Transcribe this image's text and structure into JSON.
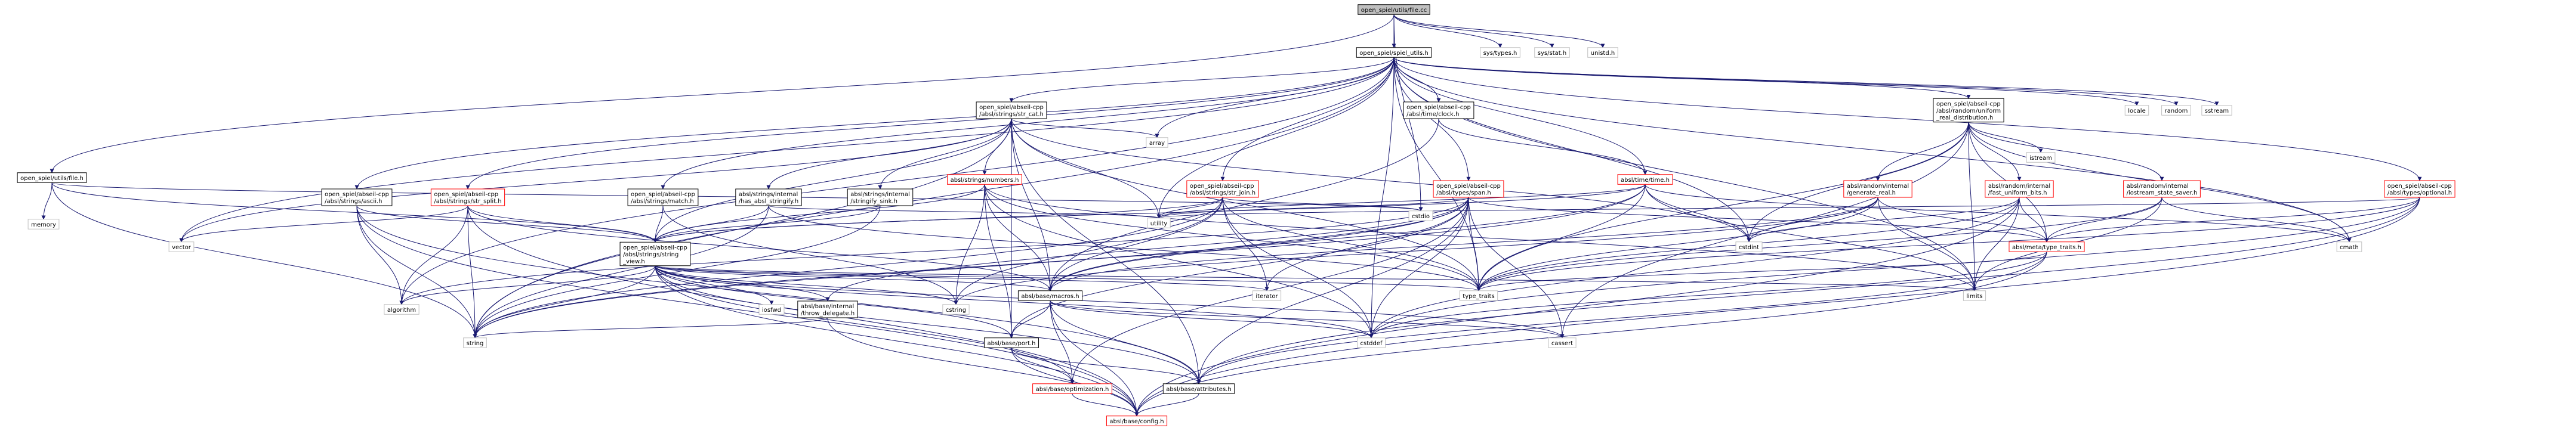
{
  "colors": {
    "edge_include": "#191970",
    "node_normal_stroke": "#000000",
    "node_normal_fill": "#ffffff",
    "node_root_fill": "#bfbfbf",
    "node_truncated_stroke": "#ff0000",
    "node_system_stroke": "#bfbfbf"
  },
  "nodes": [
    {
      "id": "root",
      "lines": [
        "open_spiel/utils/file.cc"
      ],
      "kind": "root"
    },
    {
      "id": "spiel_utils",
      "lines": [
        "open_spiel/spiel_utils.h"
      ],
      "kind": "normal"
    },
    {
      "id": "sys_types",
      "lines": [
        "sys/types.h"
      ],
      "kind": "system"
    },
    {
      "id": "sys_stat",
      "lines": [
        "sys/stat.h"
      ],
      "kind": "system"
    },
    {
      "id": "unistd",
      "lines": [
        "unistd.h"
      ],
      "kind": "system"
    },
    {
      "id": "file_h",
      "lines": [
        "open_spiel/utils/file.h"
      ],
      "kind": "normal"
    },
    {
      "id": "memory",
      "lines": [
        "memory"
      ],
      "kind": "system"
    },
    {
      "id": "ascii",
      "lines": [
        "open_spiel/abseil-cpp",
        "/absl/strings/ascii.h"
      ],
      "kind": "normal"
    },
    {
      "id": "str_split",
      "lines": [
        "open_spiel/abseil-cpp",
        "/absl/strings/str_split.h"
      ],
      "kind": "truncated"
    },
    {
      "id": "str_cat",
      "lines": [
        "open_spiel/abseil-cpp",
        "/absl/strings/str_cat.h"
      ],
      "kind": "normal"
    },
    {
      "id": "match",
      "lines": [
        "open_spiel/abseil-cpp",
        "/absl/strings/match.h"
      ],
      "kind": "normal"
    },
    {
      "id": "has_stringify",
      "lines": [
        "absl/strings/internal",
        "/has_absl_stringify.h"
      ],
      "kind": "normal"
    },
    {
      "id": "stringify_sink",
      "lines": [
        "absl/strings/internal",
        "/stringify_sink.h"
      ],
      "kind": "normal"
    },
    {
      "id": "numbers",
      "lines": [
        "absl/strings/numbers.h"
      ],
      "kind": "truncated"
    },
    {
      "id": "clock",
      "lines": [
        "open_spiel/abseil-cpp",
        "/absl/time/clock.h"
      ],
      "kind": "normal"
    },
    {
      "id": "str_join",
      "lines": [
        "open_spiel/abseil-cpp",
        "/absl/strings/str_join.h"
      ],
      "kind": "truncated"
    },
    {
      "id": "span",
      "lines": [
        "open_spiel/abseil-cpp",
        "/absl/types/span.h"
      ],
      "kind": "truncated"
    },
    {
      "id": "time_h",
      "lines": [
        "absl/time/time.h"
      ],
      "kind": "truncated"
    },
    {
      "id": "uniform_real",
      "lines": [
        "open_spiel/abseil-cpp",
        "/absl/random/uniform",
        "_real_distribution.h"
      ],
      "kind": "normal"
    },
    {
      "id": "generate_real",
      "lines": [
        "absl/random/internal",
        "/generate_real.h"
      ],
      "kind": "truncated"
    },
    {
      "id": "fast_uniform",
      "lines": [
        "absl/random/internal",
        "/fast_uniform_bits.h"
      ],
      "kind": "truncated"
    },
    {
      "id": "iostream_saver",
      "lines": [
        "absl/random/internal",
        "/iostream_state_saver.h"
      ],
      "kind": "truncated"
    },
    {
      "id": "optional",
      "lines": [
        "open_spiel/abseil-cpp",
        "/absl/types/optional.h"
      ],
      "kind": "truncated"
    },
    {
      "id": "string_view",
      "lines": [
        "open_spiel/abseil-cpp",
        "/absl/strings/string",
        "_view.h"
      ],
      "kind": "normal"
    },
    {
      "id": "throw_delegate",
      "lines": [
        "absl/base/internal",
        "/throw_delegate.h"
      ],
      "kind": "normal"
    },
    {
      "id": "type_traits_absl",
      "lines": [
        "absl/meta/type_traits.h"
      ],
      "kind": "truncated"
    },
    {
      "id": "macros",
      "lines": [
        "absl/base/macros.h"
      ],
      "kind": "normal"
    },
    {
      "id": "port",
      "lines": [
        "absl/base/port.h"
      ],
      "kind": "normal"
    },
    {
      "id": "optimization",
      "lines": [
        "absl/base/optimization.h"
      ],
      "kind": "truncated"
    },
    {
      "id": "attributes",
      "lines": [
        "absl/base/attributes.h"
      ],
      "kind": "normal"
    },
    {
      "id": "config",
      "lines": [
        "absl/base/config.h"
      ],
      "kind": "truncated"
    },
    {
      "id": "locale",
      "lines": [
        "locale"
      ],
      "kind": "system"
    },
    {
      "id": "random",
      "lines": [
        "random"
      ],
      "kind": "system"
    },
    {
      "id": "sstream",
      "lines": [
        "sstream"
      ],
      "kind": "system"
    },
    {
      "id": "array",
      "lines": [
        "array"
      ],
      "kind": "system"
    },
    {
      "id": "vector",
      "lines": [
        "vector"
      ],
      "kind": "system"
    },
    {
      "id": "utility",
      "lines": [
        "utility"
      ],
      "kind": "system"
    },
    {
      "id": "cstdio",
      "lines": [
        "cstdio"
      ],
      "kind": "system"
    },
    {
      "id": "cstdint",
      "lines": [
        "cstdint"
      ],
      "kind": "system"
    },
    {
      "id": "istream",
      "lines": [
        "istream"
      ],
      "kind": "system"
    },
    {
      "id": "cmath",
      "lines": [
        "cmath"
      ],
      "kind": "system"
    },
    {
      "id": "limits",
      "lines": [
        "limits"
      ],
      "kind": "system"
    },
    {
      "id": "type_traits",
      "lines": [
        "type_traits"
      ],
      "kind": "system"
    },
    {
      "id": "algorithm",
      "lines": [
        "algorithm"
      ],
      "kind": "system"
    },
    {
      "id": "iosfwd",
      "lines": [
        "iosfwd"
      ],
      "kind": "system"
    },
    {
      "id": "cstring",
      "lines": [
        "cstring"
      ],
      "kind": "system"
    },
    {
      "id": "iterator",
      "lines": [
        "iterator"
      ],
      "kind": "system"
    },
    {
      "id": "string",
      "lines": [
        "string"
      ],
      "kind": "system"
    },
    {
      "id": "cstddef",
      "lines": [
        "cstddef"
      ],
      "kind": "system"
    },
    {
      "id": "cassert",
      "lines": [
        "cassert"
      ],
      "kind": "system"
    }
  ],
  "edges": [
    [
      "root",
      "spiel_utils"
    ],
    [
      "root",
      "sys_types"
    ],
    [
      "root",
      "sys_stat"
    ],
    [
      "root",
      "unistd"
    ],
    [
      "root",
      "file_h"
    ],
    [
      "root",
      "cstdio"
    ],
    [
      "file_h",
      "memory"
    ],
    [
      "file_h",
      "string"
    ],
    [
      "file_h",
      "string_view"
    ],
    [
      "file_h",
      "cstdio"
    ],
    [
      "spiel_utils",
      "str_cat"
    ],
    [
      "spiel_utils",
      "ascii"
    ],
    [
      "spiel_utils",
      "str_split"
    ],
    [
      "spiel_utils",
      "match"
    ],
    [
      "spiel_utils",
      "clock"
    ],
    [
      "spiel_utils",
      "str_join"
    ],
    [
      "spiel_utils",
      "span"
    ],
    [
      "spiel_utils",
      "time_h"
    ],
    [
      "spiel_utils",
      "uniform_real"
    ],
    [
      "spiel_utils",
      "optional"
    ],
    [
      "spiel_utils",
      "locale"
    ],
    [
      "spiel_utils",
      "random"
    ],
    [
      "spiel_utils",
      "sstream"
    ],
    [
      "spiel_utils",
      "array"
    ],
    [
      "spiel_utils",
      "vector"
    ],
    [
      "spiel_utils",
      "utility"
    ],
    [
      "spiel_utils",
      "cstdint"
    ],
    [
      "spiel_utils",
      "cmath"
    ],
    [
      "spiel_utils",
      "limits"
    ],
    [
      "spiel_utils",
      "type_traits"
    ],
    [
      "spiel_utils",
      "algorithm"
    ],
    [
      "spiel_utils",
      "string"
    ],
    [
      "spiel_utils",
      "cstddef"
    ],
    [
      "str_cat",
      "has_stringify"
    ],
    [
      "str_cat",
      "stringify_sink"
    ],
    [
      "str_cat",
      "numbers"
    ],
    [
      "str_cat",
      "string_view"
    ],
    [
      "str_cat",
      "array"
    ],
    [
      "str_cat",
      "vector"
    ],
    [
      "str_cat",
      "utility"
    ],
    [
      "str_cat",
      "cstdint"
    ],
    [
      "str_cat",
      "string"
    ],
    [
      "str_cat",
      "type_traits"
    ],
    [
      "str_cat",
      "port"
    ],
    [
      "str_cat",
      "attributes"
    ],
    [
      "str_cat",
      "macros"
    ],
    [
      "ascii",
      "algorithm"
    ],
    [
      "ascii",
      "string"
    ],
    [
      "ascii",
      "string_view"
    ],
    [
      "ascii",
      "attributes"
    ],
    [
      "ascii",
      "config"
    ],
    [
      "str_split",
      "algorithm"
    ],
    [
      "str_split",
      "vector"
    ],
    [
      "str_split",
      "string"
    ],
    [
      "str_split",
      "string_view"
    ],
    [
      "str_split",
      "macros"
    ],
    [
      "str_split",
      "config"
    ],
    [
      "match",
      "string_view"
    ],
    [
      "match",
      "cstring"
    ],
    [
      "has_stringify",
      "string_view"
    ],
    [
      "has_stringify",
      "utility"
    ],
    [
      "has_stringify",
      "type_traits"
    ],
    [
      "has_stringify",
      "string"
    ],
    [
      "stringify_sink",
      "string_view"
    ],
    [
      "stringify_sink",
      "string"
    ],
    [
      "numbers",
      "string_view"
    ],
    [
      "numbers",
      "port"
    ],
    [
      "numbers",
      "macros"
    ],
    [
      "numbers",
      "cstring"
    ],
    [
      "numbers",
      "limits"
    ],
    [
      "numbers",
      "cstddef"
    ],
    [
      "numbers",
      "type_traits"
    ],
    [
      "clock",
      "time_h"
    ],
    [
      "clock",
      "macros"
    ],
    [
      "str_join",
      "string_view"
    ],
    [
      "str_join",
      "cstdio"
    ],
    [
      "str_join",
      "cstring"
    ],
    [
      "str_join",
      "iterator"
    ],
    [
      "str_join",
      "utility"
    ],
    [
      "str_join",
      "type_traits"
    ],
    [
      "str_join",
      "macros"
    ],
    [
      "str_join",
      "string"
    ],
    [
      "str_join",
      "cstddef"
    ],
    [
      "span",
      "type_traits_absl"
    ],
    [
      "span",
      "cassert"
    ],
    [
      "span",
      "cstddef"
    ],
    [
      "span",
      "iterator"
    ],
    [
      "span",
      "algorithm"
    ],
    [
      "span",
      "utility"
    ],
    [
      "span",
      "type_traits"
    ],
    [
      "span",
      "macros"
    ],
    [
      "span",
      "optimization"
    ],
    [
      "span",
      "port"
    ],
    [
      "span",
      "throw_delegate"
    ],
    [
      "span",
      "attributes"
    ],
    [
      "span",
      "string"
    ],
    [
      "time_h",
      "string_view"
    ],
    [
      "time_h",
      "macros"
    ],
    [
      "time_h",
      "cmath"
    ],
    [
      "time_h",
      "cstdint"
    ],
    [
      "time_h",
      "limits"
    ],
    [
      "time_h",
      "type_traits"
    ],
    [
      "time_h",
      "utility"
    ],
    [
      "time_h",
      "string"
    ],
    [
      "uniform_real",
      "generate_real"
    ],
    [
      "uniform_real",
      "fast_uniform"
    ],
    [
      "uniform_real",
      "iostream_saver"
    ],
    [
      "uniform_real",
      "type_traits_absl"
    ],
    [
      "uniform_real",
      "cassert"
    ],
    [
      "uniform_real",
      "cmath"
    ],
    [
      "uniform_real",
      "cstdint"
    ],
    [
      "uniform_real",
      "istream"
    ],
    [
      "uniform_real",
      "limits"
    ],
    [
      "uniform_real",
      "type_traits"
    ],
    [
      "generate_real",
      "cstdint"
    ],
    [
      "generate_real",
      "cstring"
    ],
    [
      "generate_real",
      "limits"
    ],
    [
      "generate_real",
      "type_traits"
    ],
    [
      "generate_real",
      "type_traits_absl"
    ],
    [
      "generate_real",
      "macros"
    ],
    [
      "fast_uniform",
      "cstddef"
    ],
    [
      "fast_uniform",
      "cstdint"
    ],
    [
      "fast_uniform",
      "limits"
    ],
    [
      "fast_uniform",
      "type_traits"
    ],
    [
      "fast_uniform",
      "type_traits_absl"
    ],
    [
      "fast_uniform",
      "config"
    ],
    [
      "iostream_saver",
      "cmath"
    ],
    [
      "iostream_saver",
      "limits"
    ],
    [
      "iostream_saver",
      "type_traits"
    ],
    [
      "iostream_saver",
      "type_traits_absl"
    ],
    [
      "optional",
      "type_traits_absl"
    ],
    [
      "optional",
      "cstddef"
    ],
    [
      "optional",
      "utility"
    ],
    [
      "optional",
      "type_traits"
    ],
    [
      "optional",
      "attributes"
    ],
    [
      "optional",
      "config"
    ],
    [
      "string_view",
      "algorithm"
    ],
    [
      "string_view",
      "cassert"
    ],
    [
      "string_view",
      "cstddef"
    ],
    [
      "string_view",
      "cstring"
    ],
    [
      "string_view",
      "iosfwd"
    ],
    [
      "string_view",
      "iterator"
    ],
    [
      "string_view",
      "limits"
    ],
    [
      "string_view",
      "string"
    ],
    [
      "string_view",
      "throw_delegate"
    ],
    [
      "string_view",
      "macros"
    ],
    [
      "string_view",
      "port"
    ],
    [
      "string_view",
      "optimization"
    ],
    [
      "string_view",
      "attributes"
    ],
    [
      "string_view",
      "config"
    ],
    [
      "string_view",
      "type_traits"
    ],
    [
      "throw_delegate",
      "string"
    ],
    [
      "throw_delegate",
      "config"
    ],
    [
      "type_traits_absl",
      "cstddef"
    ],
    [
      "type_traits_absl",
      "type_traits"
    ],
    [
      "type_traits_absl",
      "config"
    ],
    [
      "type_traits_absl",
      "attributes"
    ],
    [
      "macros",
      "cassert"
    ],
    [
      "macros",
      "cstddef"
    ],
    [
      "macros",
      "attributes"
    ],
    [
      "macros",
      "config"
    ],
    [
      "macros",
      "optimization"
    ],
    [
      "macros",
      "port"
    ],
    [
      "port",
      "attributes"
    ],
    [
      "port",
      "config"
    ],
    [
      "port",
      "optimization"
    ],
    [
      "optimization",
      "config"
    ],
    [
      "attributes",
      "config"
    ]
  ]
}
